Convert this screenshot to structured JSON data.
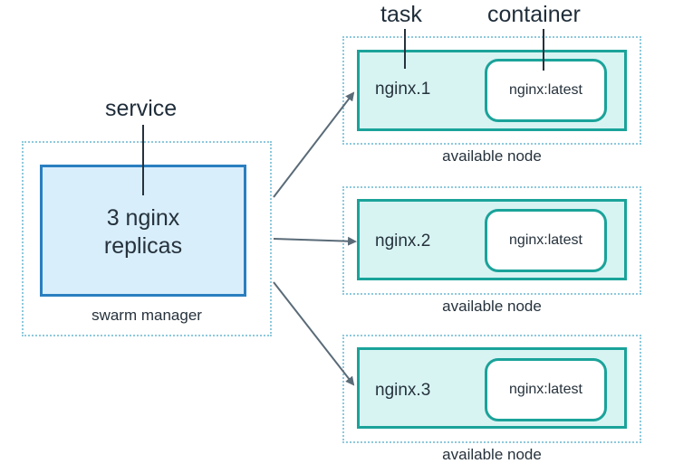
{
  "annotations": {
    "service": "service",
    "task": "task",
    "container": "container"
  },
  "manager": {
    "line1": "3 nginx",
    "line2": "replicas",
    "label": "swarm manager"
  },
  "nodes": [
    {
      "task": "nginx.1",
      "container": "nginx:latest",
      "label": "available node"
    },
    {
      "task": "nginx.2",
      "container": "nginx:latest",
      "label": "available node"
    },
    {
      "task": "nginx.3",
      "container": "nginx:latest",
      "label": "available node"
    }
  ],
  "colors": {
    "manager_fill": "#d8eefb",
    "manager_border": "#2a7fc0",
    "node_fill": "#d7f4f3",
    "node_border": "#1aa39a",
    "dotted_border": "#8ec9dc",
    "arrow": "#5a6b78"
  }
}
